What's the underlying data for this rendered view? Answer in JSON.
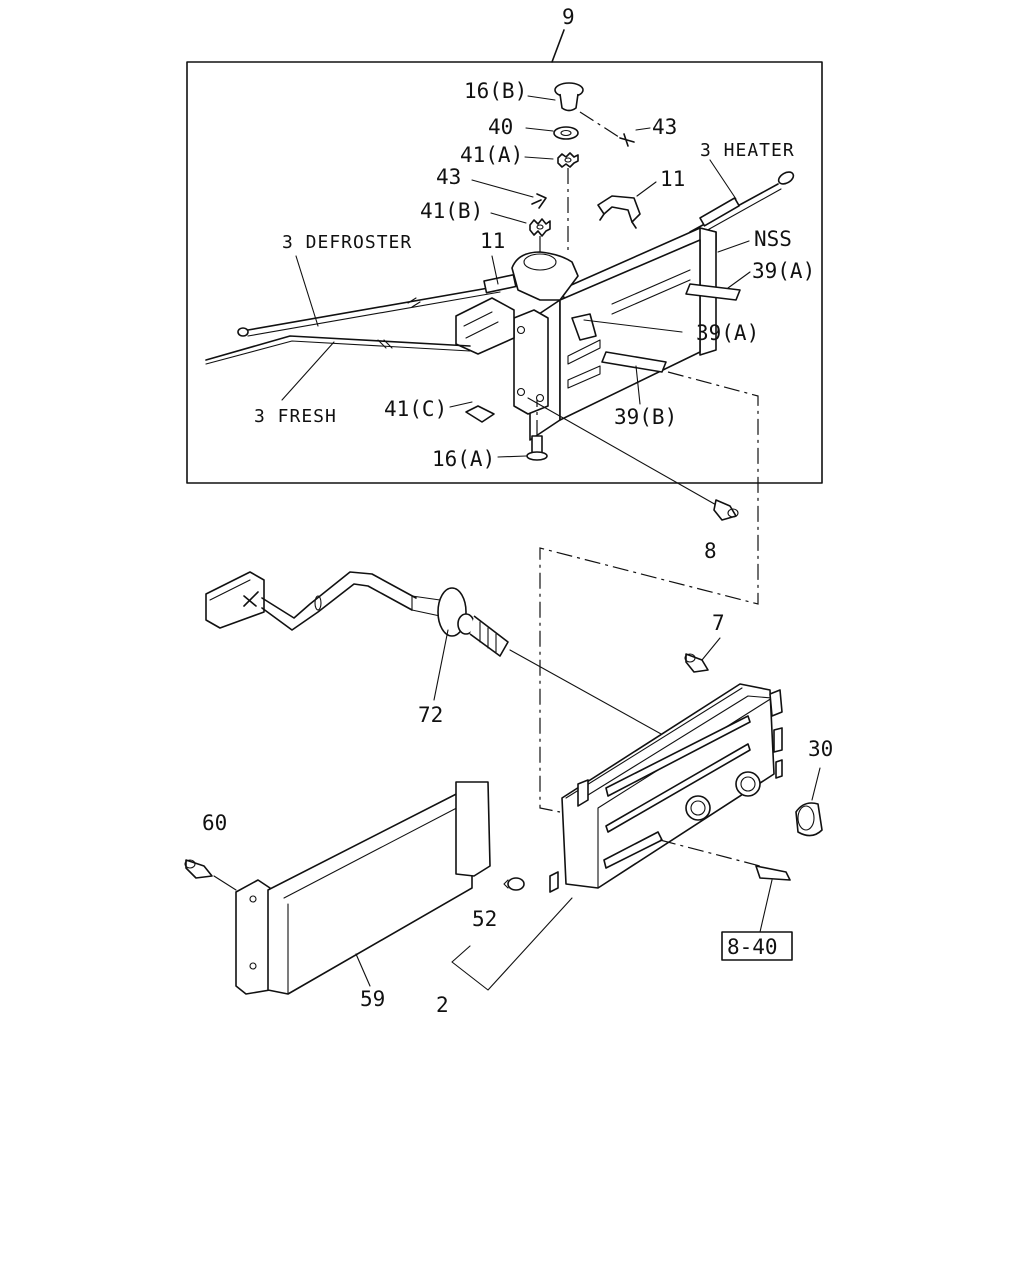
{
  "callouts": {
    "assembly_9": "9",
    "c16b": "16(B)",
    "c40": "40",
    "c43_top": "43",
    "c41a": "41(A)",
    "c3_heater": "3 HEATER",
    "c43_mid": "43",
    "c11_right": "11",
    "c41b": "41(B)",
    "c3_defroster": "3 DEFROSTER",
    "c11_left": "11",
    "c_nss": "NSS",
    "c39a_right": "39(A)",
    "c39a_mid": "39(A)",
    "c3_fresh": "3 FRESH",
    "c41c": "41(C)",
    "c39b": "39(B)",
    "c16a": "16(A)",
    "c8": "8",
    "c7": "7",
    "c72": "72",
    "c30": "30",
    "c60": "60",
    "c52": "52",
    "c59": "59",
    "c2": "2",
    "ref_8_40": "8-40"
  }
}
